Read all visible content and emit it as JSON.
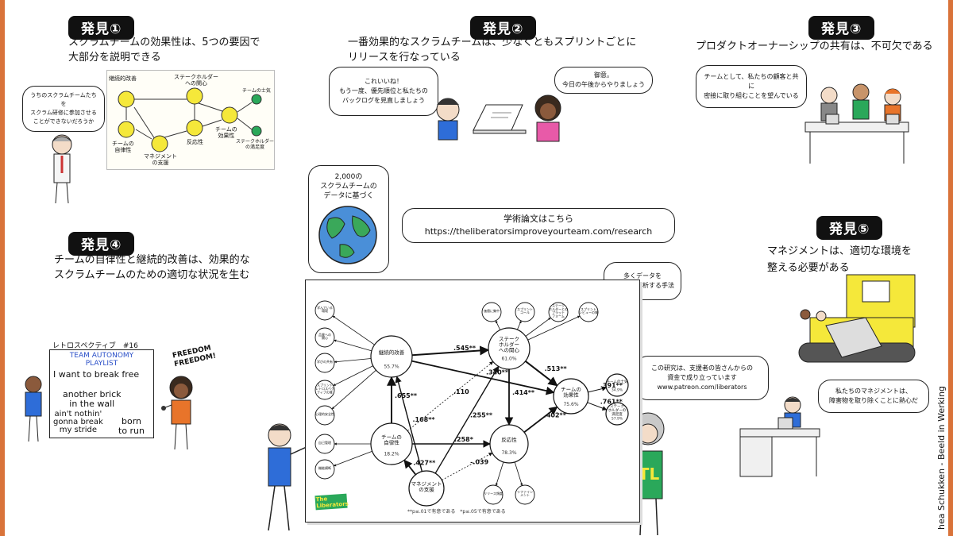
{
  "findings": [
    {
      "badge": "発見①",
      "text": "スクラムチームの効果性は、5つの要因で\n大部分を説明できる"
    },
    {
      "badge": "発見②",
      "text": "一番効果的なスクラムチームは、少なくともスプリントごとに\nリリースを行なっている"
    },
    {
      "badge": "発見③",
      "text": "プロダクトオーナーシップの共有は、不可欠である"
    },
    {
      "badge": "発見④",
      "text": "チームの自律性と継続的改善は、効果的な\nスクラムチームのための適切な状況を生む"
    },
    {
      "badge": "発見⑤",
      "text": "マネジメントは、適切な環境を\n整える必要がある"
    }
  ],
  "finding1": {
    "bubble": "うちのスクラムチームたちを\nスクラム研修に参加させる\nことができないだろうか",
    "nodes": {
      "improve": "継続的改善",
      "stakeholder": "ステークホルダー\nへの関心",
      "autonomy": "チームの\n自律性",
      "management": "マネジメント\nの支援",
      "response": "反応性",
      "effectiveness": "チームの\n効果性",
      "morale": "チームの士気",
      "satisfaction": "ステークホルダー\nの満足度"
    }
  },
  "finding2": {
    "bubble_left": "これいいね！\nもう一度、優先順位と私たちの\nバックログを見直しましょう",
    "bubble_right": "御意。\n今日の午後からやりましょう"
  },
  "finding3": {
    "bubble": "チームとして、私たちの顧客と共に\n密接に取り組むことを望んでいる"
  },
  "finding4": {
    "retro": "レトロスペクティブ　#16",
    "playlist_title": "TEAM AUTONOMY\nPLAYLIST",
    "songs": [
      "I want to break free",
      "another brick\nin the wall",
      "ain't nothin'\ngonna break\nmy stride",
      "born\nto run"
    ],
    "singer": "FREEDOM\nFREEDOM!"
  },
  "finding5": {
    "bubble": "私たちのマネジメントは、\n障害物を取り除くことに熱心だ"
  },
  "globe_bubble": "2,000の\nスクラムチームの\nデータに基づく",
  "paper_bubble": "学術論文はこちら\nhttps://theliberatorsimproveyourteam.com/research",
  "method_bubble": "多くデータを\n科学的に分析する手法",
  "patreon_bubble": "この研究は、支援者の皆さんからの\n資金で成り立っています\nwww.patreon.com/liberators",
  "model": {
    "nodes": {
      "improve": {
        "name": "継続的改善",
        "pct": "55.7%"
      },
      "stakeholder": {
        "name": "ステーク\nホルダー\nへの関心",
        "pct": "61.0%"
      },
      "autonomy": {
        "name": "チームの\n自律性",
        "pct": "18.2%"
      },
      "response": {
        "name": "反応性",
        "pct": "78.3%"
      },
      "effectiveness": {
        "name": "チームの\n効果性",
        "pct": "75.6%"
      },
      "management": {
        "name": "マネジメント\nの支援",
        "pct": ""
      },
      "morale": {
        "name": "チームの士気",
        "pct": "34.9%"
      },
      "satisfaction": {
        "name": "ステーク\nホルダーの\n満足度",
        "pct": "57.9%"
      }
    },
    "left_items": [
      "学んでいる\n環境",
      "品質への\n関心",
      "学びの共有",
      "スプリント\nレトロスペク\nティブの質",
      "心理的安全性",
      "自己管理",
      "機能横断"
    ],
    "top_items": [
      "価値に集中",
      "スプリント\nゴール",
      "ステーク\nホルダーとの\nプラット\nフォーム",
      "スプリント\nレビューの質"
    ],
    "bottom_items": [
      "リリース頻度",
      "リファイン\nメント"
    ],
    "coef": {
      "impr_stake": ".545**",
      "impr_eff": ".340**",
      "auto_impr": ".655**",
      "mgmt_impr": ".168**",
      "auto_resp": ".258*",
      "mgmt_auto": ".427**",
      "mgmt_stake": ".255**",
      "mgmt_resp": "-.039",
      "stake_resp": ".414**",
      "stake_eff": ".513**",
      "resp_eff": ".402**",
      "auto_stake": ".110",
      "eff_morale": ".391**",
      "eff_sat": ".761**"
    },
    "footnote": "**p≤.01で有意である　*p≤.05で有意である",
    "logo": "The\nLiberators"
  },
  "credit": "hea Schukken - Beeld in Werking"
}
